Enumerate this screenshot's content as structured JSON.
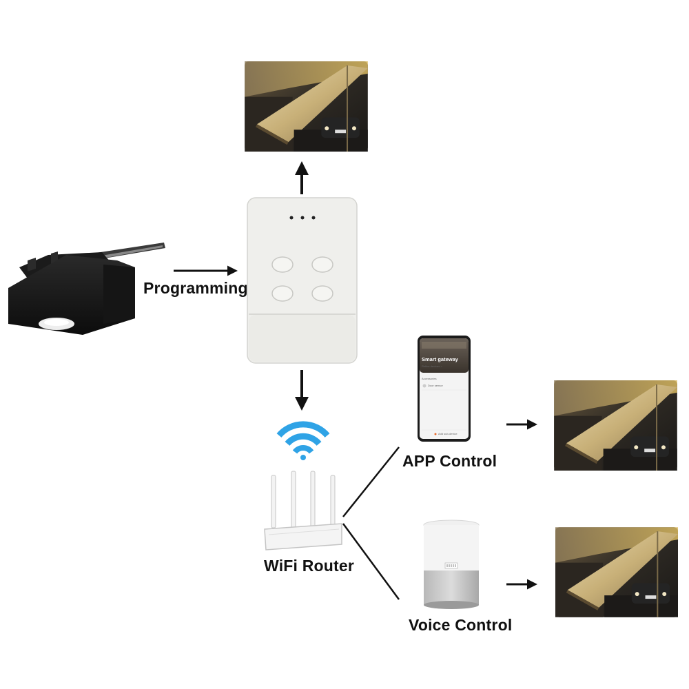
{
  "labels": {
    "programming": "Programming",
    "wifi_router": "WiFi Router",
    "app_control": "APP Control",
    "voice_control": "Voice Control"
  },
  "phone_screen": {
    "title": "Smart gateway",
    "subtitle": "Refine devices >",
    "section": "Accessories",
    "device": "Door sensor",
    "bottom_button": "Add sub-device"
  },
  "colors": {
    "wifi_icon": "#2fa3e6",
    "arrow": "#111111",
    "device_body": "#eeeeea"
  },
  "icons": [
    "garage-opener-motor",
    "gate-controller",
    "wifi-icon",
    "wifi-router",
    "smartphone",
    "smart-speaker",
    "garage-door-photo"
  ]
}
